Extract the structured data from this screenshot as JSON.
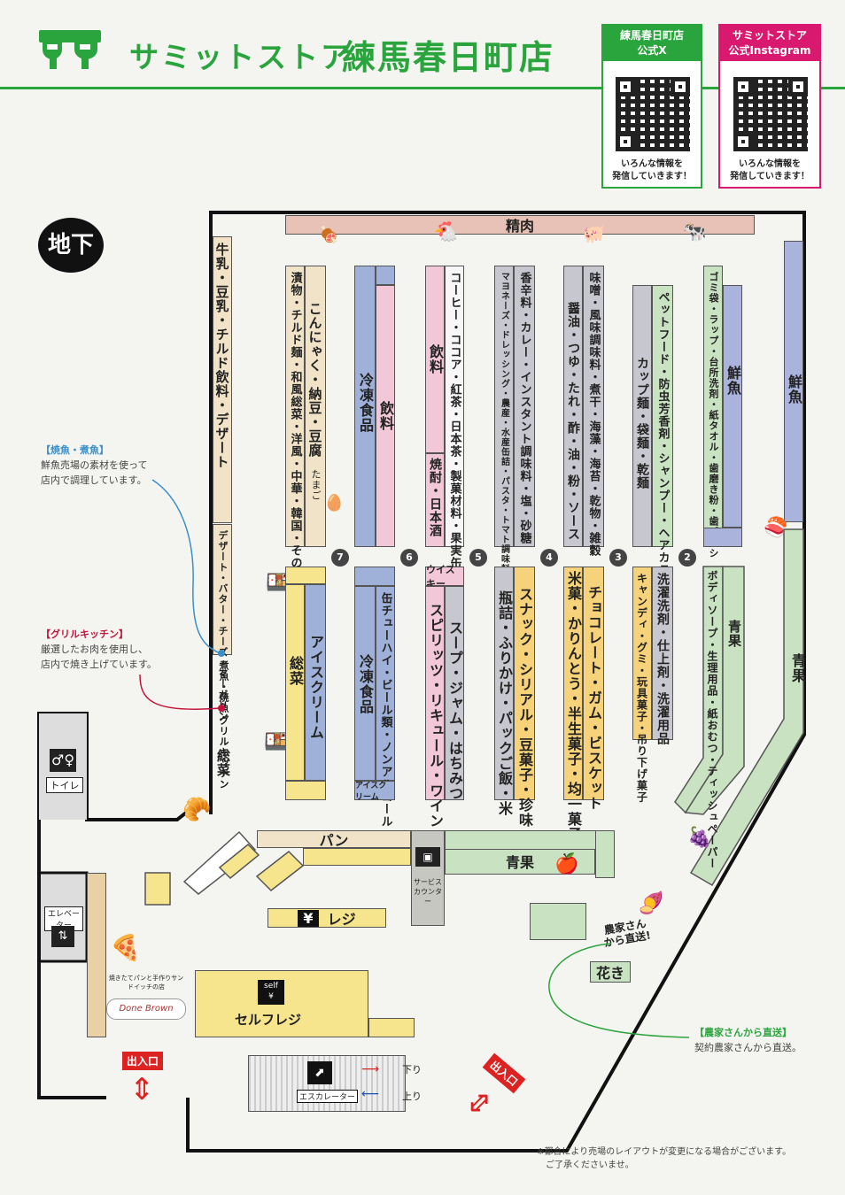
{
  "header": {
    "brand": "サミットストア",
    "store": "練馬春日町店",
    "x_title": "練馬春日町店\n公式X",
    "ig_title": "サミットストア\n公式Instagram",
    "qr_caption": "いろんな情報を\n発信していきます！",
    "qr_caption2": "いろんな情報を\n発信していきます！"
  },
  "floor": "地下",
  "colors": {
    "brand_green": "#2aa43c",
    "ig_magenta": "#d8196f"
  },
  "sections": {
    "meat": "精肉",
    "fish_right": "鮮魚",
    "veg_right": "青果",
    "milk": "牛乳・豆乳・チルド飲料・デザート",
    "dessert": "デザート・バター・チーズ・マーガリン",
    "souzai_left": "総菜",
    "nimono": "煮魚・焼魚",
    "grill": "グリルキッチン",
    "bread": "パン",
    "veg_center": "青果",
    "service": "サービスカウンター",
    "register": "レジ",
    "self_register": "セルフレジ",
    "self_tag": "self",
    "flowers": "花き",
    "toilet": "トイレ",
    "elevator": "エレベーター",
    "escalator": "エスカレーター",
    "down": "下り",
    "up": "上り",
    "entrance1": "出入口",
    "entrance2": "出入口",
    "bakery": "焼きたてパンと手作りサンドイッチの店",
    "bakery_logo": "Done Brown",
    "farm": "農家さんから直送!"
  },
  "aisles": {
    "a7_left": "漬物・チルド麺・和風総菜・洋風・中華・韓国・その他総菜",
    "a7_right": "こんにゃく・納豆・豆腐",
    "a7_egg": "たまご",
    "a6_left": "冷凍食品",
    "a6_right": "飲料",
    "a5_left": "飲料",
    "a5_left2": "焼酎・日本酒",
    "a5_right": "コーヒー・ココア・紅茶・日本茶・製菓材料・果実缶詰",
    "a4_left": "マヨネーズ・ドレッシング・農産・水産缶詰・パスタ・トマト調味料",
    "a4_right": "香辛料・カレー・インスタント調味料・塩・砂糖",
    "a3_left": "醤油・つゆ・たれ・酢・油・粉・ソース",
    "a3_right": "味噌・風味調味料・煮干・海藻・海苔・乾物・雑穀",
    "a2_left": "カップ麺・袋麺・乾麺",
    "a2_right": "ペットフード・防虫芳香剤・シャンプー・ヘアカラー",
    "a1_left": "ゴミ袋・ラップ・台所洗剤・紙タオル・歯磨き粉・歯ブラシ",
    "a1_right": "鮮魚",
    "b7_left": "総菜",
    "b7_right": "アイスクリーム",
    "b6_left": "冷凍食品",
    "b6_left2": "アイスクリーム",
    "b6_right": "缶チューハイ・ビール類・ノンアルコール",
    "b5_head": "ウイスキー",
    "b5_left": "スピリッツ・リキュール・ワイン",
    "b5_right": "スープ・ジャム・はちみつ",
    "b4_left": "瓶詰・ふりかけ・パックご飯・米",
    "b4_right": "スナック・シリアル・豆菓子・珍味",
    "b3_left": "米菓・かりんとう・半生菓子・均一菓子",
    "b3_right": "チョコレート・ガム・ビスケット",
    "b2_left": "キャンディ・グミ・玩具菓子・吊り下げ菓子",
    "b2_right": "洗濯洗剤・仕上剤・洗濯用品",
    "b1_left": "ボディソープ・生理用品・紙おむつ・ティッシュペーパー",
    "b1_right": "青果"
  },
  "aisle_numbers": [
    "7",
    "6",
    "5",
    "4",
    "3",
    "2"
  ],
  "notes": {
    "yakizakana_title": "【焼魚・煮魚】",
    "yakizakana_body": "鮮魚売場の素材を使って\n店内で調理しています。",
    "grill_title": "【グリルキッチン】",
    "grill_body": "厳選したお肉を使用し、\n店内で焼き上げています。",
    "farm_title": "【農家さんから直送】",
    "farm_body": "契約農家さんから直送。",
    "disclaimer": "※都合により売場のレイアウトが変更になる場合がございます。\n　ご了承くださいませ。"
  }
}
